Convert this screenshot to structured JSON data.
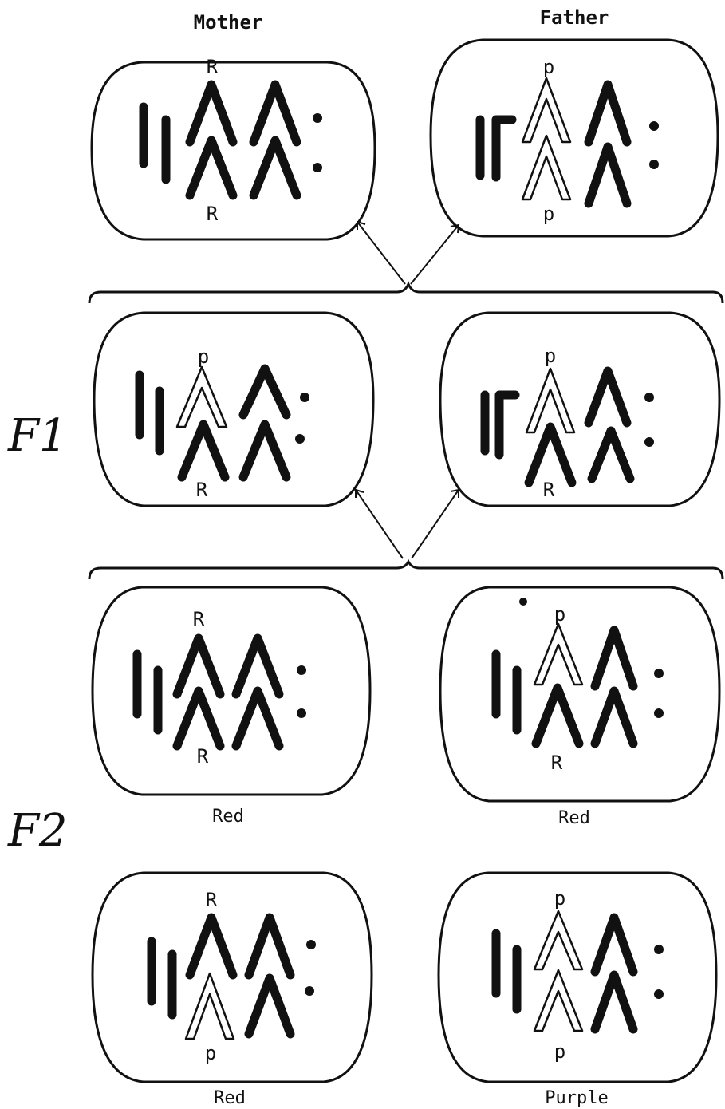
{
  "headers": {
    "mother": "Mother",
    "father": "Father"
  },
  "generations": {
    "f1": "F1",
    "f2": "F2"
  },
  "cells": {
    "mother": {
      "top_gene": "R",
      "bottom_gene": "R"
    },
    "father": {
      "top_gene": "p",
      "bottom_gene": "p"
    },
    "f1_left": {
      "top_gene": "p",
      "bottom_gene": "R"
    },
    "f1_right": {
      "top_gene": "p",
      "bottom_gene": "R"
    },
    "f2_a": {
      "top_gene": "R",
      "bottom_gene": "R",
      "phenotype": "Red"
    },
    "f2_b": {
      "top_gene": "p",
      "bottom_gene": "R",
      "phenotype": "Red"
    },
    "f2_c": {
      "top_gene": "R",
      "bottom_gene": "p",
      "phenotype": "Red"
    },
    "f2_d": {
      "top_gene": "p",
      "bottom_gene": "p",
      "phenotype": "Purple"
    }
  }
}
